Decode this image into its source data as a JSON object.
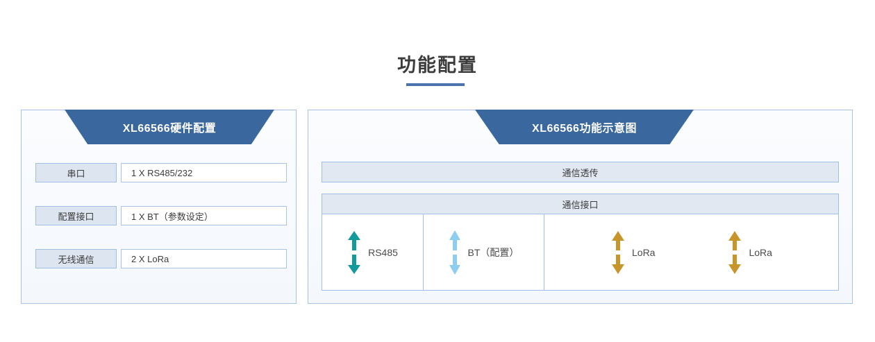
{
  "header": {
    "title": "功能配置",
    "accent_color": "#4a72ab"
  },
  "colors": {
    "banner_blue": "#3a679e",
    "panel_border": "#a8c3e8",
    "label_fill": "#dde5f1",
    "bar_fill": "#e2e8f2",
    "arrow_teal": "#139b9b",
    "arrow_skyblue": "#8ecdf0",
    "arrow_gold": "#c8952a"
  },
  "left_panel": {
    "banner_title": "XL66566硬件配置",
    "rows": [
      {
        "label": "串口",
        "value": "1 X RS485/232"
      },
      {
        "label": "配置接口",
        "value": "1 X BT（参数设定）"
      },
      {
        "label": "无线通信",
        "value": "2 X LoRa"
      }
    ]
  },
  "right_panel": {
    "banner_title": "XL66566功能示意图",
    "bar_transparent": "通信透传",
    "bar_interface": "通信接口",
    "interfaces": [
      {
        "label": "RS485",
        "arrow": "double-arrow-teal-icon",
        "color": "#139b9b"
      },
      {
        "label": "BT（配置）",
        "arrow": "double-arrow-skyblue-icon",
        "color": "#8ecdf0"
      },
      {
        "label": "LoRa",
        "arrow": "double-arrow-gold-icon",
        "color": "#c8952a"
      },
      {
        "label": "LoRa",
        "arrow": "double-arrow-gold-icon",
        "color": "#c8952a"
      }
    ]
  }
}
